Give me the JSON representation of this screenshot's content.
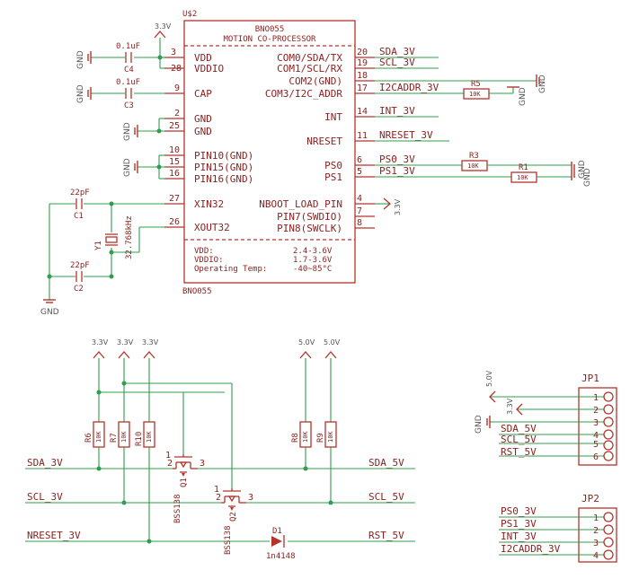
{
  "ic": {
    "refdes": "U$2",
    "name": "BNO055",
    "subtitle": "MOTION CO-PROCESSOR",
    "value_label": "BNO055",
    "left_pins": [
      {
        "num": "3",
        "name": "VDD"
      },
      {
        "num": "28",
        "name": "VDDIO"
      },
      {
        "num": "9",
        "name": "CAP"
      },
      {
        "num": "2",
        "name": "GND"
      },
      {
        "num": "25",
        "name": "GND"
      },
      {
        "num": "10",
        "name": "PIN10(GND)"
      },
      {
        "num": "15",
        "name": "PIN15(GND)"
      },
      {
        "num": "16",
        "name": "PIN16(GND)"
      },
      {
        "num": "27",
        "name": "XIN32"
      },
      {
        "num": "26",
        "name": "XOUT32"
      }
    ],
    "right_pins": [
      {
        "num": "20",
        "name": "COM0/SDA/TX"
      },
      {
        "num": "19",
        "name": "COM1/SCL/RX"
      },
      {
        "num": "18",
        "name": "COM2(GND)"
      },
      {
        "num": "17",
        "name": "COM3/I2C_ADDR"
      },
      {
        "num": "14",
        "name": "INT"
      },
      {
        "num": "11",
        "name": "NRESET"
      },
      {
        "num": "6",
        "name": "PS0"
      },
      {
        "num": "5",
        "name": "PS1"
      },
      {
        "num": "4",
        "name": "NBOOT_LOAD_PIN"
      },
      {
        "num": "7",
        "name": "PIN7(SWDIO)"
      },
      {
        "num": "8",
        "name": "PIN8(SWCLK)"
      }
    ],
    "specs": [
      {
        "label": "VDD:",
        "value": "2.4-3.6V"
      },
      {
        "label": "VDDIO:",
        "value": "1.7-3.6V"
      },
      {
        "label": "Operating Temp:",
        "value": "-40~85°C"
      }
    ]
  },
  "nets": {
    "sda_3v": "SDA_3V",
    "scl_3v": "SCL_3V",
    "i2caddr_3v": "I2CADDR_3V",
    "int_3v": "INT_3V",
    "nreset_3v": "NRESET_3V",
    "ps0_3v": "PS0_3V",
    "ps1_3v": "PS1_3V",
    "sda_5v": "SDA_5V",
    "scl_5v": "SCL_5V",
    "rst_5v": "RST_5V",
    "v33": "3.3V",
    "v50": "5.0V",
    "gnd": "GND"
  },
  "parts": {
    "c4": {
      "ref": "C4",
      "value": "0.1uF"
    },
    "c3": {
      "ref": "C3",
      "value": "0.1uF"
    },
    "c1": {
      "ref": "C1",
      "value": "22pF"
    },
    "c2": {
      "ref": "C2",
      "value": "22pF"
    },
    "y1": {
      "ref": "Y1",
      "value": "32.768kHz"
    },
    "r1": {
      "ref": "R1",
      "value": "10K"
    },
    "r3": {
      "ref": "R3",
      "value": "10K"
    },
    "r5": {
      "ref": "R5",
      "value": "10K"
    },
    "r6": {
      "ref": "R6",
      "value": "10K"
    },
    "r7": {
      "ref": "R7",
      "value": "10K"
    },
    "r8": {
      "ref": "R8",
      "value": "10K"
    },
    "r9": {
      "ref": "R9",
      "value": "10K"
    },
    "r10": {
      "ref": "R10",
      "value": "10K"
    },
    "q1": {
      "ref": "Q1",
      "value": "BSS138"
    },
    "q2": {
      "ref": "Q2",
      "value": "BSS138"
    },
    "d1": {
      "ref": "D1",
      "value": "1n4148"
    }
  },
  "jp1": {
    "ref": "JP1",
    "pins": [
      "1",
      "2",
      "3",
      "4",
      "5",
      "6"
    ]
  },
  "jp2": {
    "ref": "JP2",
    "pins": [
      "1",
      "2",
      "3",
      "4"
    ]
  },
  "colors": {
    "wire": "#2e9e4e",
    "component": "#b3342c",
    "text": "#8a1e1e",
    "label": "#555555"
  }
}
